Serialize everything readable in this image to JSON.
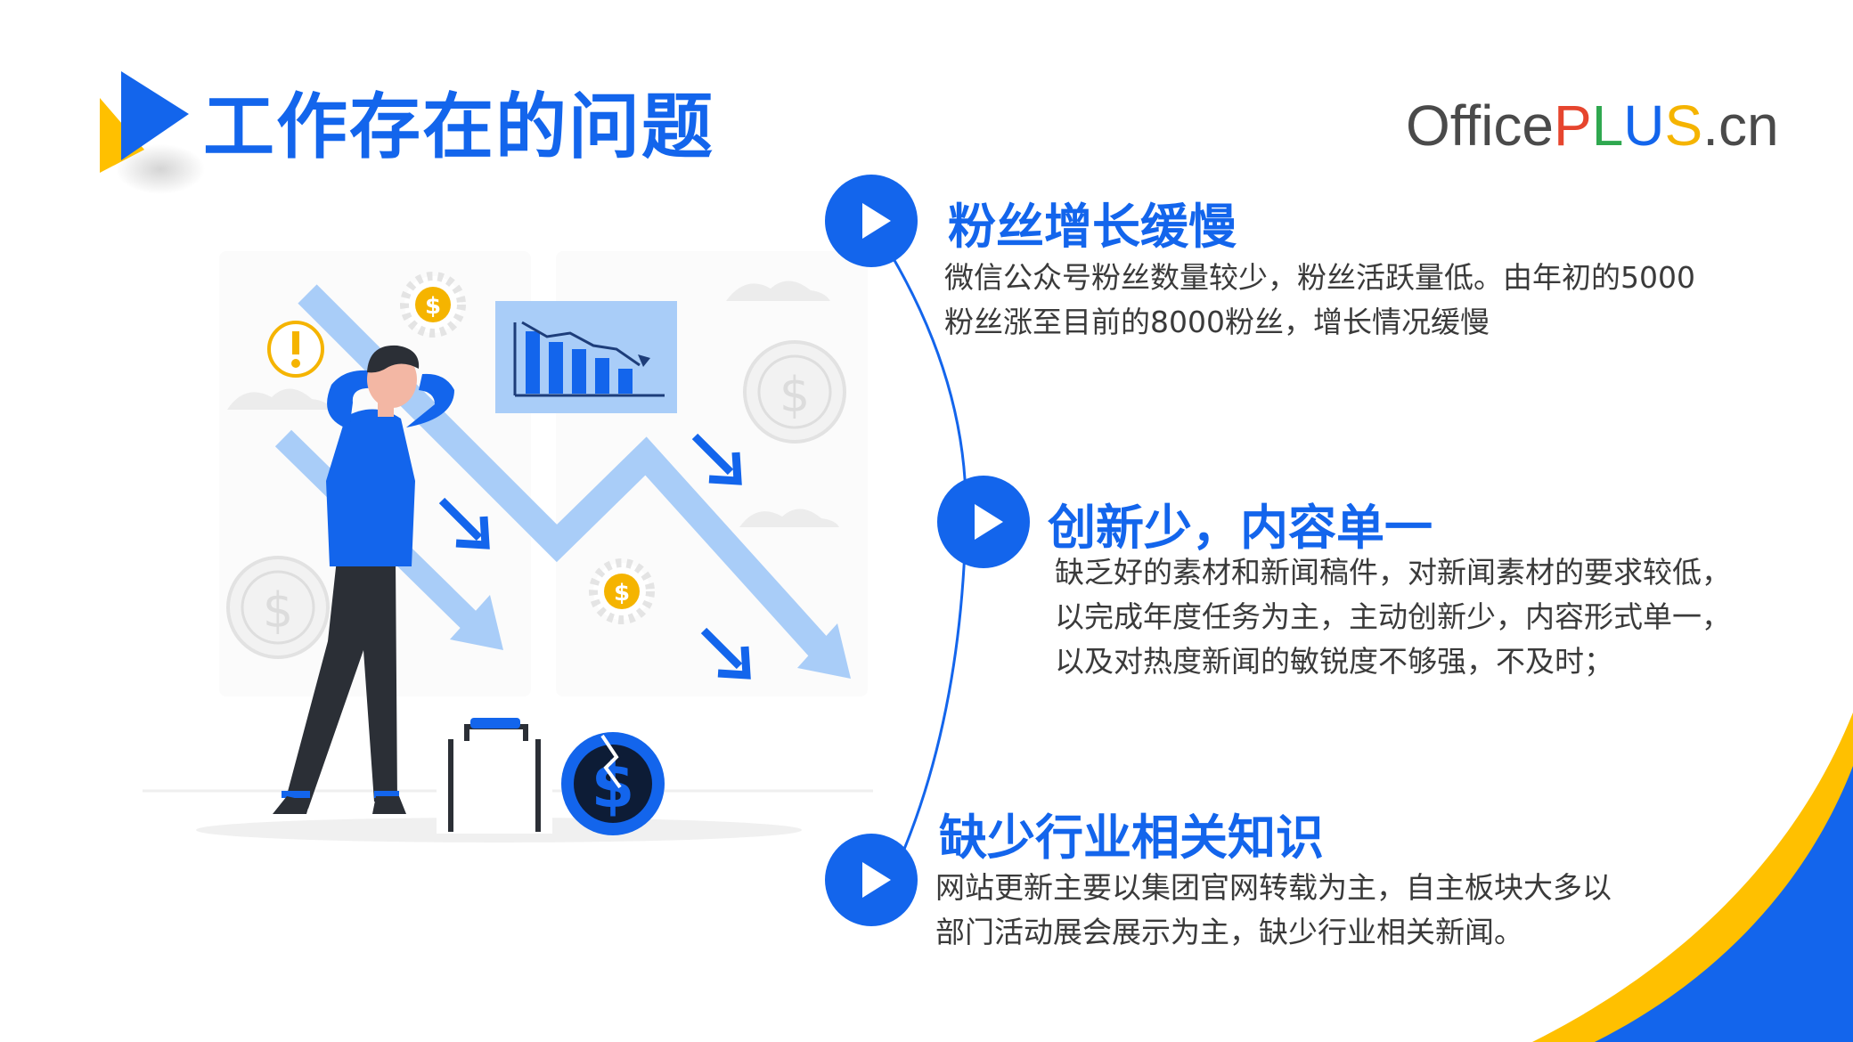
{
  "header": {
    "title": "工作存在的问题",
    "logo": {
      "part1": "Office",
      "p": "P",
      "l": "L",
      "u": "U",
      "s": "S",
      "tail": ".cn"
    }
  },
  "colors": {
    "accent": "#1365ec",
    "yellow": "#ffc000",
    "light_blue": "#a9cdf8",
    "dark": "#2b2f36",
    "logo_gray": "#4a4a4a",
    "logo_red": "#e6452e",
    "logo_green": "#2fa84f",
    "logo_blue": "#1365ec",
    "logo_yellow": "#f5b400"
  },
  "sections": [
    {
      "title": "粉丝增长缓慢",
      "lines": [
        "微信公众号粉丝数量较少，粉丝活跃量低。由年初的5000",
        "粉丝涨至目前的8000粉丝，增长情况缓慢"
      ],
      "icon": "play-icon"
    },
    {
      "title": "创新少，内容单一",
      "lines": [
        "缺乏好的素材和新闻稿件，对新闻素材的要求较低，",
        "以完成年度任务为主，主动创新少，内容形式单一，",
        "以及对热度新闻的敏锐度不够强，不及时；"
      ],
      "icon": "play-icon"
    },
    {
      "title": "缺少行业相关知识",
      "lines": [
        "网站更新主要以集团官网转载为主，自主板块大多以",
        "部门活动展会展示为主，缺少行业相关新闻。"
      ],
      "icon": "play-icon"
    }
  ],
  "illustration": {
    "description_icons": [
      "stressed-person-icon",
      "declining-arrow-icon",
      "bar-chart-icon",
      "broken-coin-icon",
      "exclamation-icon",
      "briefcase-icon"
    ]
  }
}
